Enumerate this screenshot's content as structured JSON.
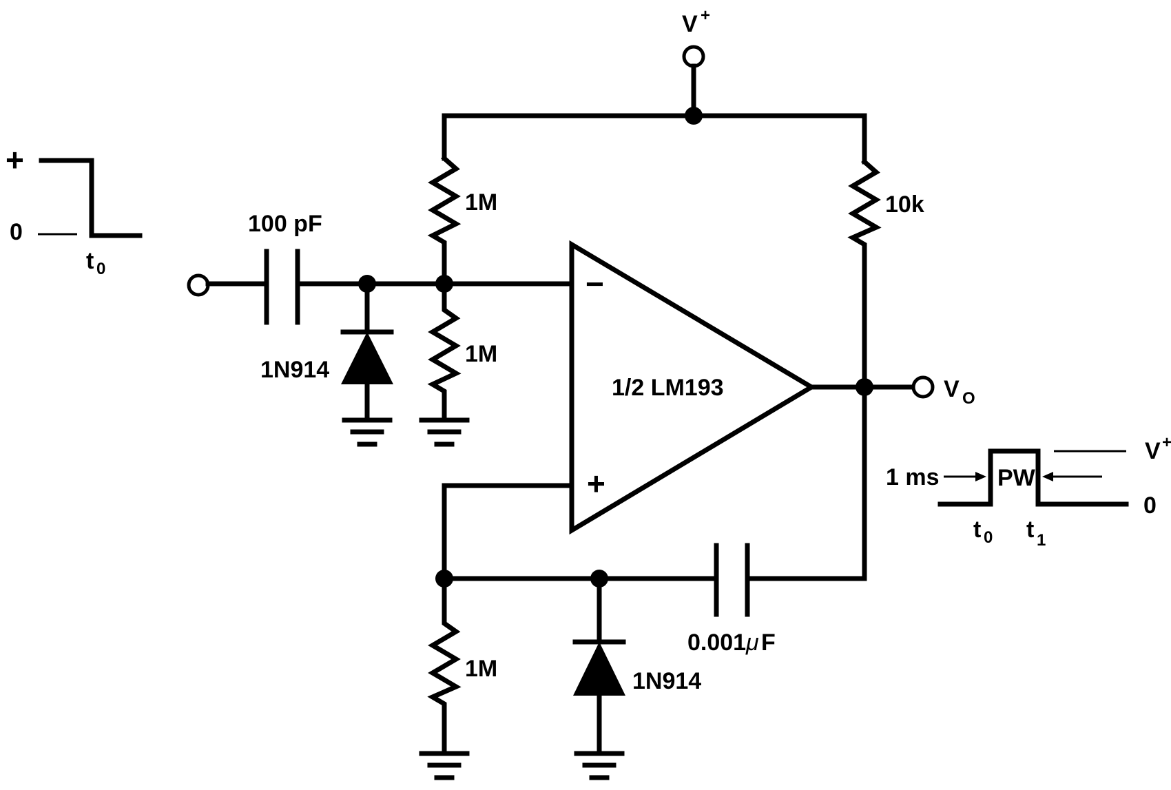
{
  "labels": {
    "supply": "V",
    "supply_sup": "+",
    "r_top_left": "1M",
    "r_bottom_left": "1M",
    "r_pullup": "10k",
    "r_feedback": "1M",
    "c_input": "100 pF",
    "c_timing": "0.001",
    "c_timing_mu": "μ",
    "c_timing_unit": "F",
    "diode_input": "1N914",
    "diode_feedback": "1N914",
    "comparator": "1/2 LM193",
    "inv_sign": "−",
    "noninv_sign": "+",
    "output": "V",
    "output_sub": "O"
  },
  "input_waveform": {
    "plus": "+",
    "zero": "0",
    "t0": "t",
    "t0_sub": "0"
  },
  "output_waveform": {
    "width_label": "1 ms",
    "pulse": "PW",
    "v": "V",
    "v_sup": "+",
    "zero": "0",
    "t0": "t",
    "t0_sub": "0",
    "t1": "t",
    "t1_sub": "1"
  }
}
